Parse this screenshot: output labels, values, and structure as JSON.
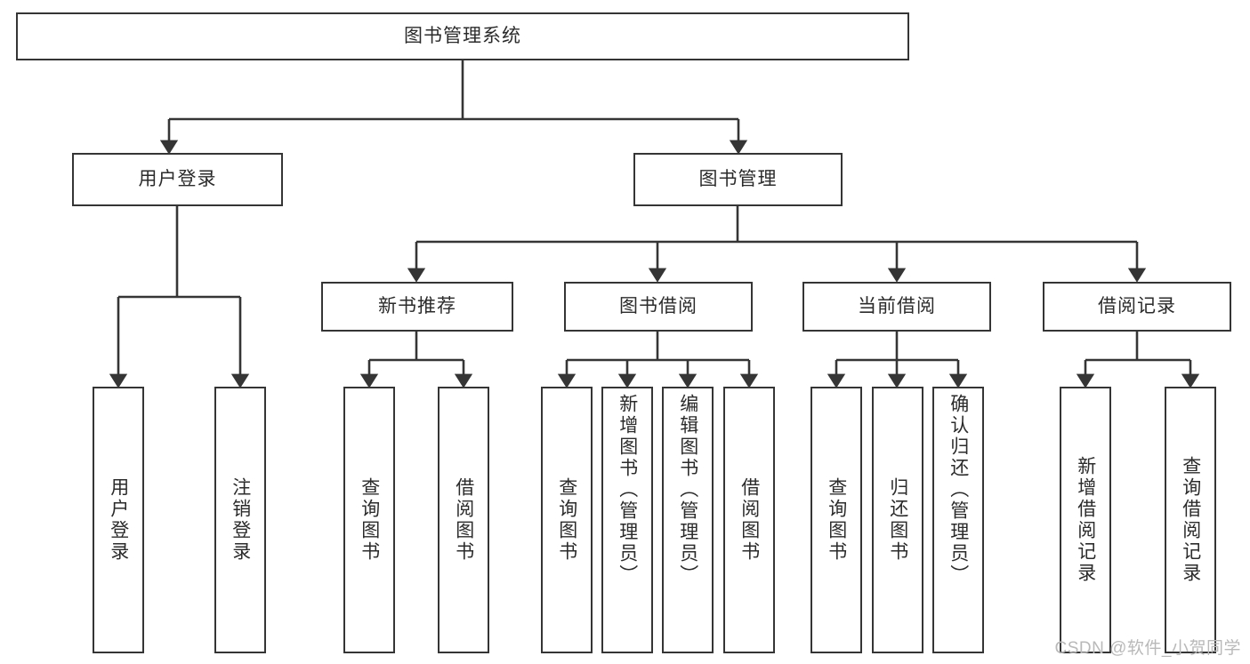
{
  "diagram": {
    "title": "图书管理系统",
    "type": "tree-hierarchy",
    "watermark": "CSDN @软件_小贺同学",
    "colors": {
      "background": "#ffffff",
      "node_border": "#353535",
      "node_fill": "#ffffff",
      "text": "#2b2b2b",
      "edge": "#353535",
      "watermark": "#b9b9b9"
    },
    "root": {
      "label": "图书管理系统",
      "orientation": "horizontal"
    },
    "level2": [
      {
        "label": "用户登录",
        "orientation": "horizontal"
      },
      {
        "label": "图书管理",
        "orientation": "horizontal"
      }
    ],
    "level3": [
      {
        "label": "新书推荐",
        "orientation": "horizontal"
      },
      {
        "label": "图书借阅",
        "orientation": "horizontal"
      },
      {
        "label": "当前借阅",
        "orientation": "horizontal"
      },
      {
        "label": "借阅记录",
        "orientation": "horizontal"
      }
    ],
    "leaves": {
      "user_login": [
        {
          "label": "用户登录",
          "orientation": "vertical"
        },
        {
          "label": "注销登录",
          "orientation": "vertical"
        }
      ],
      "new_book_recommend": [
        {
          "label": "查询图书",
          "orientation": "vertical"
        },
        {
          "label": "借阅图书",
          "orientation": "vertical"
        }
      ],
      "book_borrow": [
        {
          "label": "查询图书",
          "orientation": "vertical"
        },
        {
          "label": "新增图书（管理员）",
          "orientation": "vertical"
        },
        {
          "label": "编辑图书（管理员）",
          "orientation": "vertical"
        },
        {
          "label": "借阅图书",
          "orientation": "vertical"
        }
      ],
      "current_borrow": [
        {
          "label": "查询图书",
          "orientation": "vertical"
        },
        {
          "label": "归还图书",
          "orientation": "vertical"
        },
        {
          "label": "确认归还（管理员）",
          "orientation": "vertical"
        }
      ],
      "borrow_record": [
        {
          "label": "新增借阅记录",
          "orientation": "vertical"
        },
        {
          "label": "查询借阅记录",
          "orientation": "vertical"
        }
      ]
    }
  }
}
